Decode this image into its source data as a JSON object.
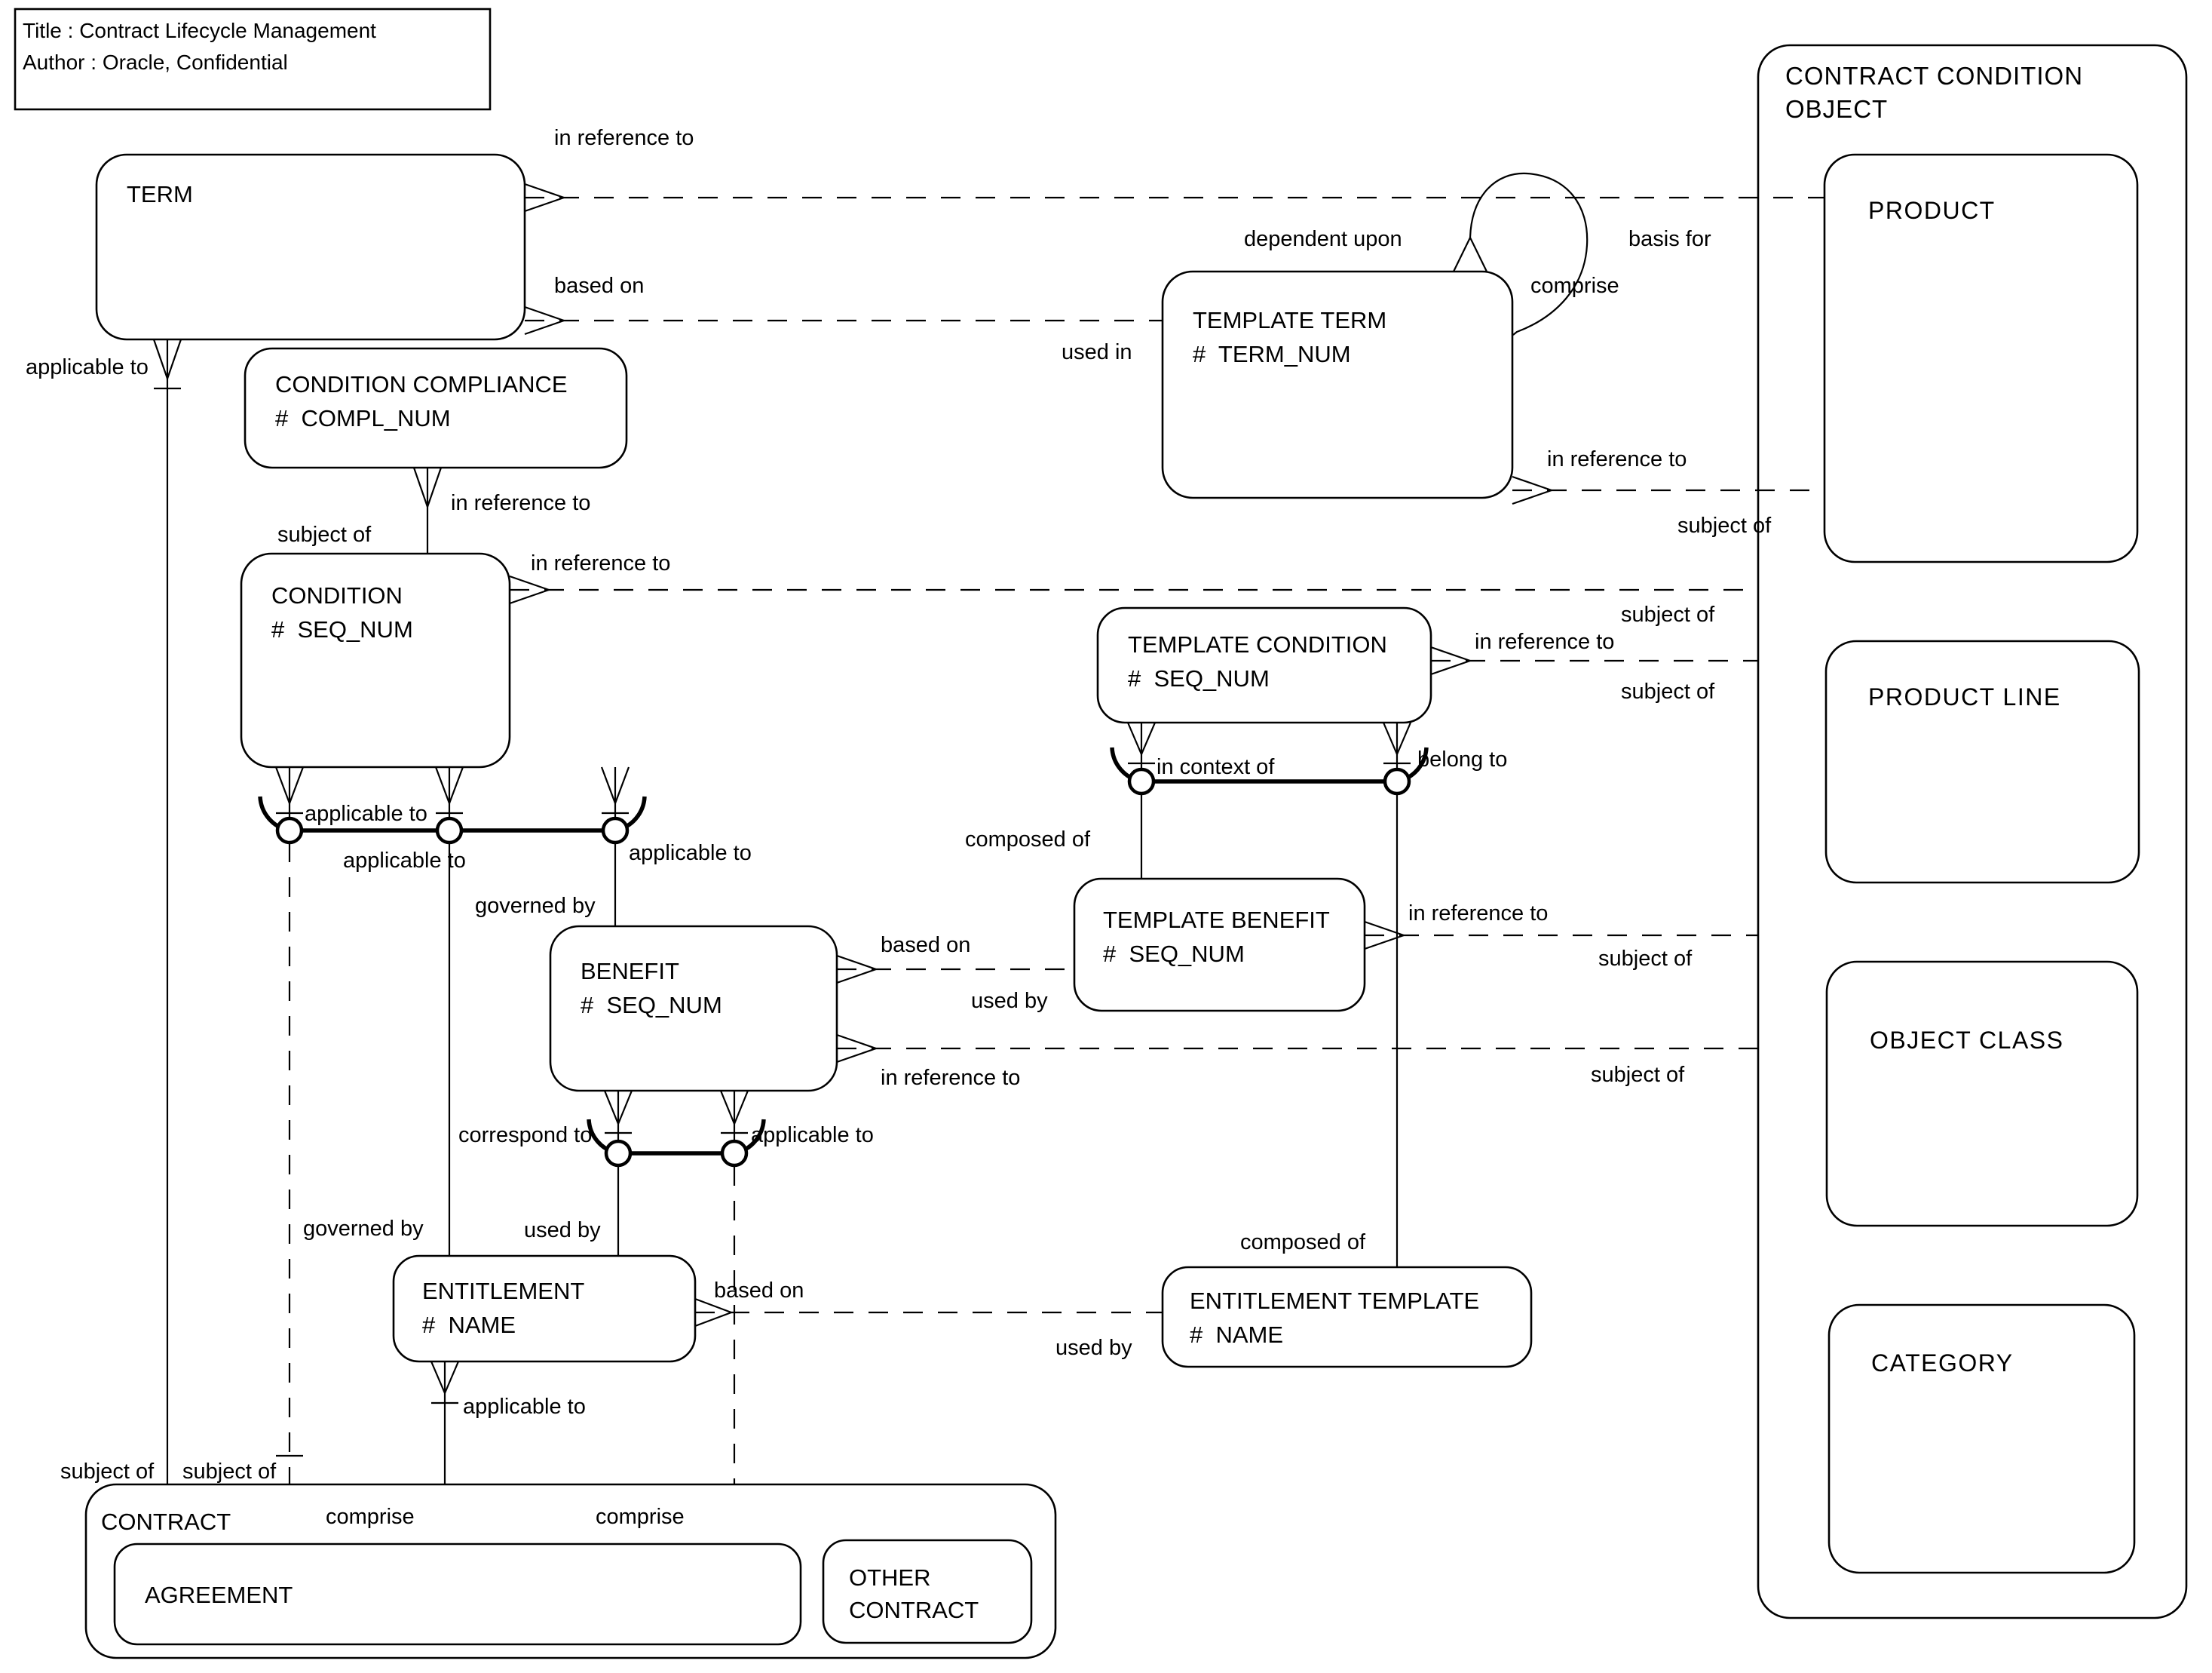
{
  "title_block": {
    "line1": "Title : Contract Lifecycle Management",
    "line2": "Author : Oracle, Confidential"
  },
  "diagram_colors": {
    "stroke": "#000000",
    "background": "#ffffff"
  },
  "entities": {
    "term": {
      "name": "TERM"
    },
    "condition_compliance": {
      "name": "CONDITION COMPLIANCE",
      "attr": "#  COMPL_NUM"
    },
    "template_term": {
      "name": "TEMPLATE TERM",
      "attr": "#  TERM_NUM"
    },
    "condition": {
      "name": "CONDITION",
      "attr": "#  SEQ_NUM"
    },
    "template_condition": {
      "name": "TEMPLATE CONDITION",
      "attr": "#  SEQ_NUM"
    },
    "benefit": {
      "name": "BENEFIT",
      "attr": "#  SEQ_NUM"
    },
    "template_benefit": {
      "name": "TEMPLATE BENEFIT",
      "attr": "#  SEQ_NUM"
    },
    "entitlement": {
      "name": "ENTITLEMENT",
      "attr": "#  NAME"
    },
    "entitlement_template": {
      "name": "ENTITLEMENT TEMPLATE",
      "attr": "#  NAME"
    },
    "contract": {
      "name": "CONTRACT"
    },
    "agreement": {
      "name": "AGREEMENT"
    },
    "other_contract": {
      "line1": "OTHER",
      "line2": "CONTRACT"
    },
    "contract_condition_object": {
      "line1": "CONTRACT CONDITION",
      "line2": "OBJECT"
    },
    "product": {
      "name": "PRODUCT"
    },
    "product_line": {
      "name": "PRODUCT LINE"
    },
    "object_class": {
      "name": "OBJECT CLASS"
    },
    "category": {
      "name": "CATEGORY"
    }
  },
  "labels": {
    "in_reference_to_term_product": "in reference to",
    "basis_for": "basis for",
    "based_on_term_template": "based on",
    "used_in": "used in",
    "dependent_upon": "dependent upon",
    "comprise_loop": "comprise",
    "in_reference_to_template_term": "in reference to",
    "subject_of_template_term": "subject of",
    "applicable_to_term": "applicable to",
    "in_reference_to_compliance": "in reference to",
    "subject_of_compliance": "subject of",
    "in_reference_to_condition": "in reference to",
    "subject_of_condition_right": "subject of",
    "in_reference_to_template_condition": "in reference to",
    "subject_of_template_condition": "subject of",
    "in_context_of": "in context of",
    "belong_to": "belong to",
    "applicable_to_arc1": "applicable to",
    "applicable_to_arc2": "applicable to",
    "applicable_to_arc3": "applicable to",
    "governed_by_benefit": "governed by",
    "governed_by_entitlement": "governed by",
    "composed_of_template_benefit": "composed of",
    "composed_of_entitlement_template": "composed of",
    "based_on_benefit": "based on",
    "used_by_template_benefit": "used by",
    "in_reference_to_template_benefit": "in reference to",
    "subject_of_template_benefit": "subject of",
    "in_reference_to_benefit": "in reference to",
    "subject_of_benefit": "subject of",
    "correspond_to": "correspond to",
    "applicable_to_benefit_arc": "applicable to",
    "used_by_entitlement": "used by",
    "based_on_entitlement": "based on",
    "used_by_entitlement_template": "used by",
    "applicable_to_entitlement": "applicable to",
    "subject_of_term_bottom": "subject of",
    "subject_of_condition_bottom": "subject of",
    "comprise_1": "comprise",
    "comprise_2": "comprise"
  }
}
